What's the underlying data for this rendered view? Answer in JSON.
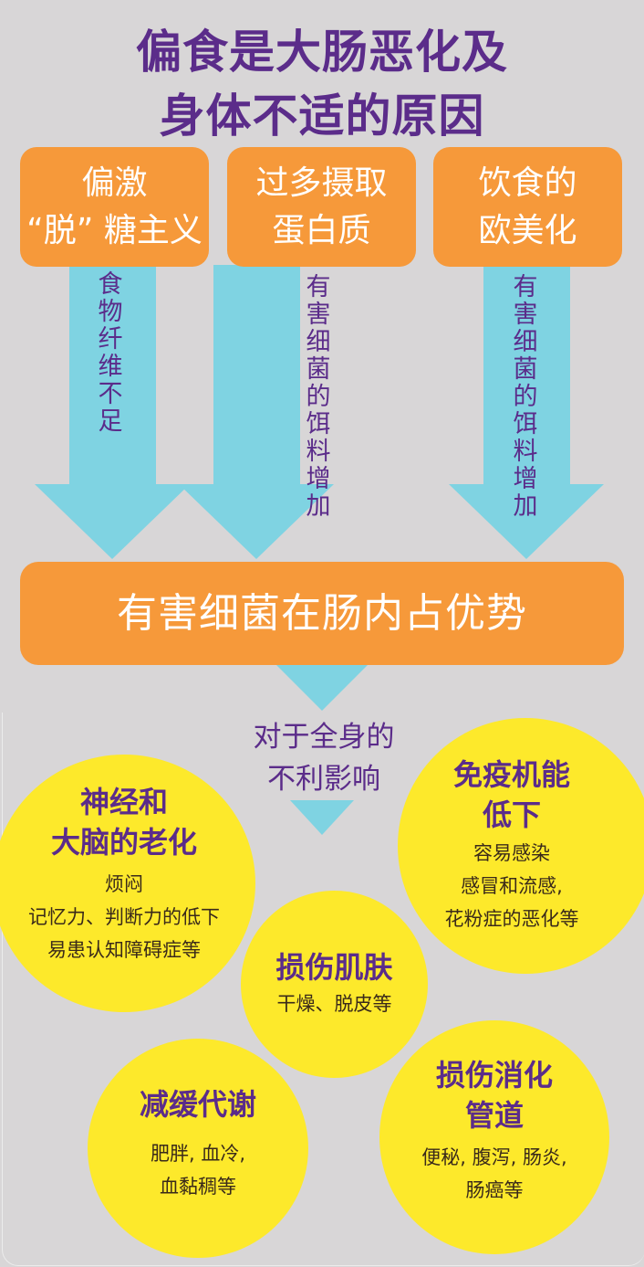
{
  "title": {
    "line1": "偏食是大肠恶化及",
    "line2": "身体不适的原因"
  },
  "causes": [
    {
      "line1": "偏激",
      "line2": "“脱” 糖主义",
      "arrow_label": "食物纤维不足"
    },
    {
      "line1": "过多摄取",
      "line2": "蛋白质",
      "arrow_label": "有害细菌的饵料增加"
    },
    {
      "line1": "饮食的",
      "line2": "欧美化",
      "arrow_label": "有害细菌的饵料增加"
    }
  ],
  "main_result": "有害细菌在肠内占优势",
  "effects_label": {
    "line1": "对于全身的",
    "line2": "不利影响"
  },
  "effects": [
    {
      "title1": "神经和",
      "title2": "大脑的老化",
      "desc": [
        "烦闷",
        "记忆力、判断力的低下",
        "易患认知障碍症等"
      ]
    },
    {
      "title1": "免疫机能",
      "title2": "低下",
      "desc": [
        "容易感染",
        "感冒和流感,",
        "花粉症的恶化等"
      ]
    },
    {
      "title1": "损伤肌肤",
      "title2": "",
      "desc": [
        "干燥、脱皮等"
      ]
    },
    {
      "title1": "减缓代谢",
      "title2": "",
      "desc": [
        "肥胖, 血冷,",
        "血黏稠等"
      ]
    },
    {
      "title1": "损伤消化",
      "title2": "管道",
      "desc": [
        "便秘, 腹泻, 肠炎,",
        "肠癌等"
      ]
    }
  ],
  "colors": {
    "background": "#d8d6d7",
    "orange": "#f6993a",
    "cyan_arrow": "#7fd3e2",
    "purple_text": "#5b2c8a",
    "yellow_circle": "#fde92b"
  }
}
